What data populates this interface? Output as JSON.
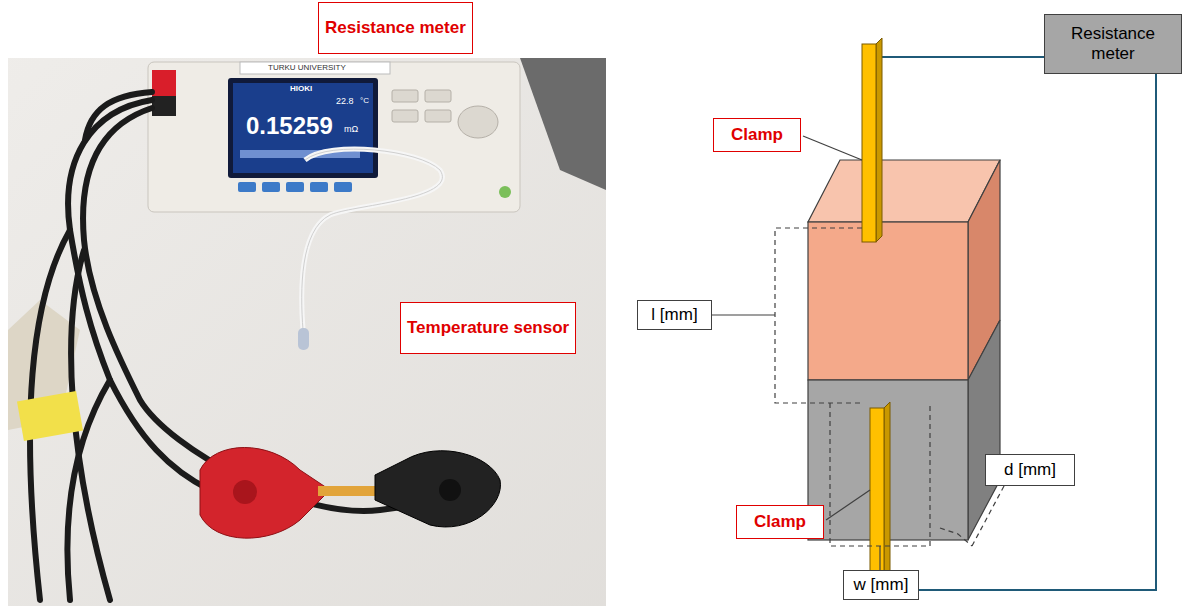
{
  "diagram": {
    "nodes": [
      {
        "text": [
          "Resistance meter"
        ]
      },
      {
        "text": [
          "Temperature sensor"
        ]
      },
      {
        "text": [
          "Resistance meter"
        ]
      },
      {
        "text": [
          "Clamp"
        ]
      },
      {
        "text": [
          "l [mm]"
        ]
      },
      {
        "text": [
          "d [mm]"
        ]
      },
      {
        "text": [
          "Clamp"
        ]
      },
      {
        "text": [
          "w [mm]"
        ]
      }
    ],
    "labels": [
      "TURKU UNIVERSITY",
      "HIOKI",
      "0.15259",
      "mΩ",
      "22.8",
      "°C"
    ]
  }
}
